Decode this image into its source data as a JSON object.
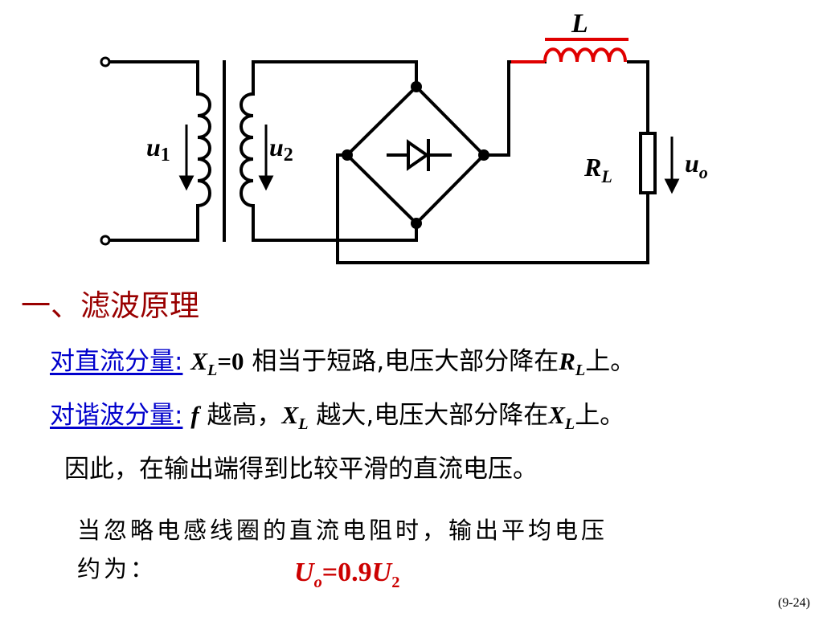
{
  "circuit": {
    "inductor_label": "L",
    "input_voltage": {
      "main": "u",
      "sub": "1"
    },
    "secondary_voltage": {
      "main": "u",
      "sub": "2"
    },
    "load_resistor": {
      "main": "R",
      "sub": "L"
    },
    "output_voltage": {
      "main": "u",
      "sub": "o"
    },
    "colors": {
      "wire": "#000000",
      "inductor": "#e00000"
    }
  },
  "heading": "一、滤波原理",
  "dc": {
    "label": "对直流分量:",
    "x": "X",
    "x_sub": "L",
    "eq": "=0",
    "text1": " 相当于短路,电压大部分降在",
    "r": "R",
    "r_sub": "L",
    "text2": "上。"
  },
  "harm": {
    "label": "对谐波分量:",
    "f": "f",
    "text1": " 越高，",
    "x": "X",
    "x_sub": "L",
    "text2": " 越大,电压大部分降在",
    "x2": "X",
    "x2_sub": "L",
    "text3": "上。"
  },
  "conclusion": "因此，在输出端得到比较平滑的直流电压。",
  "note": {
    "line1": "当忽略电感线圈的直流电阻时，输出平均电压",
    "line2": "约为："
  },
  "formula": {
    "u": "U",
    "u_sub": "o",
    "eq": "=0.9",
    "u2": "U",
    "u2_sub": "2"
  },
  "page_number": "(9-24)",
  "colors": {
    "heading": "#990000",
    "label": "#0000cc",
    "formula": "#cc0000"
  }
}
